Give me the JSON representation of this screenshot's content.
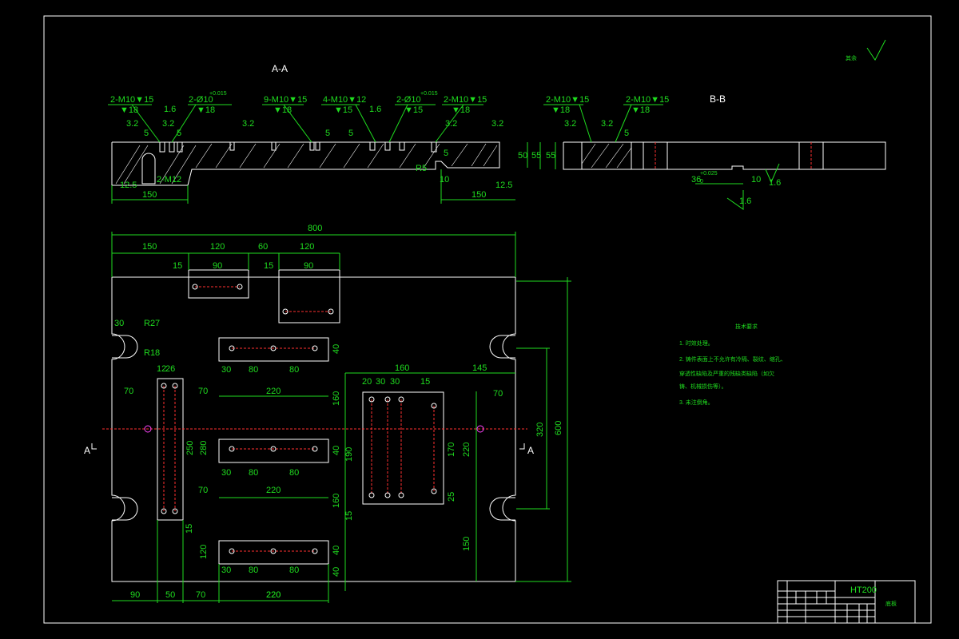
{
  "section_aa": {
    "title": "A-A",
    "callouts": [
      "2-M10▼15",
      "▼18",
      "2-Ø10",
      "+0.015",
      "1.6",
      "▼18",
      "9-M10▼15",
      "▼18",
      "4-M10▼12",
      "▼15",
      "2-Ø10",
      "+0.015",
      "1.6",
      "▼15",
      "2-M10▼15",
      "▼18"
    ],
    "roughness": [
      "3.2",
      "3.2",
      "3.2",
      "3.2",
      "3.2",
      "12.5",
      "12.5"
    ],
    "small_dims": [
      "5",
      "5",
      "5",
      "5",
      "5"
    ],
    "labels": [
      "2-M12",
      "R5"
    ],
    "dims": [
      "150",
      "150",
      "10",
      "50",
      "55"
    ]
  },
  "section_bb": {
    "title": "B-B",
    "callouts": [
      "2-M10▼15",
      "▼18",
      "2-M10▼15",
      "▼18"
    ],
    "roughness": [
      "3.2",
      "3.2",
      "1.6",
      "1.6"
    ],
    "small_dims": [
      "5"
    ],
    "dims": [
      "55",
      "36",
      "+0.025",
      "0",
      "10"
    ]
  },
  "surface_note": {
    "text": "其余"
  },
  "plan": {
    "overall_width": "800",
    "overall_height": "600",
    "top_dims": [
      "150",
      "120",
      "60",
      "120"
    ],
    "sub_dims": [
      "15",
      "90",
      "15",
      "90"
    ],
    "left_dims": [
      "30",
      "R27",
      "R18",
      "70",
      "12",
      "26",
      "70",
      "250",
      "280",
      "70",
      "15",
      "120"
    ],
    "pad_dims": [
      "40",
      "30",
      "80",
      "80",
      "220",
      "160",
      "40",
      "190",
      "30",
      "80",
      "80",
      "220",
      "160",
      "15",
      "40",
      "30",
      "80",
      "80",
      "40",
      "220"
    ],
    "right_block_dims": [
      "160",
      "145",
      "20",
      "30",
      "30",
      "15",
      "70",
      "170",
      "220",
      "25",
      "320",
      "150"
    ],
    "bottom_dims": [
      "90",
      "50",
      "70",
      "220"
    ],
    "section_marks": [
      "A",
      "A"
    ]
  },
  "notes": {
    "title": "技术要求",
    "lines": [
      "1. 时效处理。",
      "2. 铸件表面上不允许有冷隔、裂纹、缩孔、",
      "穿透性缺陷及严重的残缺类缺陷（如欠",
      "铸、机械损伤等）。",
      "3. 未注倒角。"
    ]
  },
  "title_block": {
    "material": "HT200",
    "name": "底板"
  }
}
